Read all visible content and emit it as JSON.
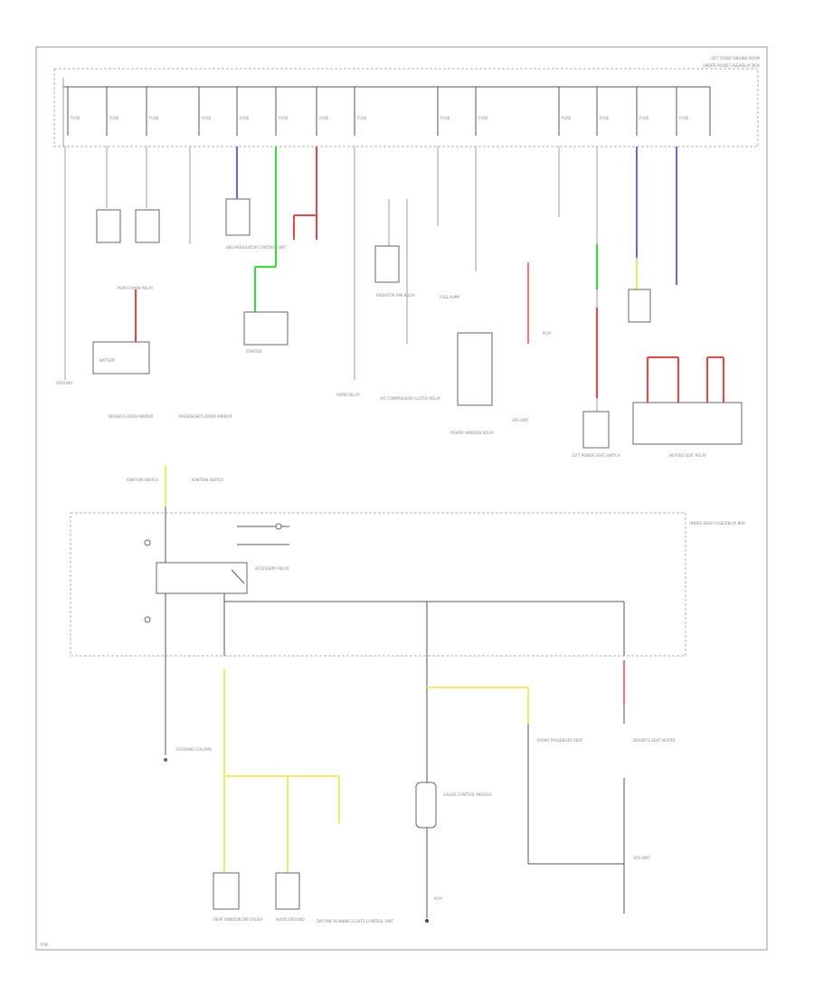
{
  "header": {
    "title_line1": "LEFT FRONT ENGINE ROOM",
    "title_line2": "UNDER-HOOD FUSE/RELAY BOX"
  },
  "footer": {
    "figure_id": "YFW..."
  },
  "colors": {
    "blue_wire": "#6666ff",
    "green_wire": "#33dd33",
    "red_wire": "#ee4444",
    "pink_wire": "#ff7777",
    "yellow_wire": "#eeee66"
  },
  "labels": {
    "fuse_relay_box": "UNDER-DASH FUSE/RELAY BOX",
    "ignition_switch": "IGNITION SWITCH",
    "accessory_relay": "ACCESSORY RELAY",
    "battery": "BATTERY",
    "abs_modulator": "ABS MODULATOR-CONTROL UNIT",
    "starter": "STARTER",
    "horn_relay": "HORN RELAY",
    "radiator_fan_relay": "RADIATOR FAN RELAY",
    "ac_compressor_clutch_relay": "A/C COMPRESSOR CLUTCH RELAY",
    "fuel_pump": "FUEL PUMP",
    "power_window_relay": "POWER WINDOW RELAY",
    "pcm": "PCM",
    "srs_unit": "SRS UNIT",
    "gauge_control_module": "GAUGE CONTROL MODULE",
    "left_power_seat_switch": "LEFT POWER SEAT SWITCH",
    "heated_seat_relay": "HEATED SEAT RELAY",
    "rear_window_defogger": "REAR WINDOW DEFOGGER",
    "driver_side_mirror": "DRIVER'S DOOR MIRROR",
    "passenger_side_mirror": "PASSENGER'S DOOR MIRROR",
    "daytime_running_lights": "DAYTIME RUNNING LIGHTS CONTROL UNIT",
    "hood_ground": "HOOD GROUND",
    "ground": "GROUND",
    "main_relay": "PGM-FI MAIN RELAY",
    "front_passenger_seat": "FRONT PASSENGER SEAT",
    "steering_column": "STEERING COLUMN",
    "driver_seat_heater": "DRIVER'S SEAT HEATER"
  }
}
